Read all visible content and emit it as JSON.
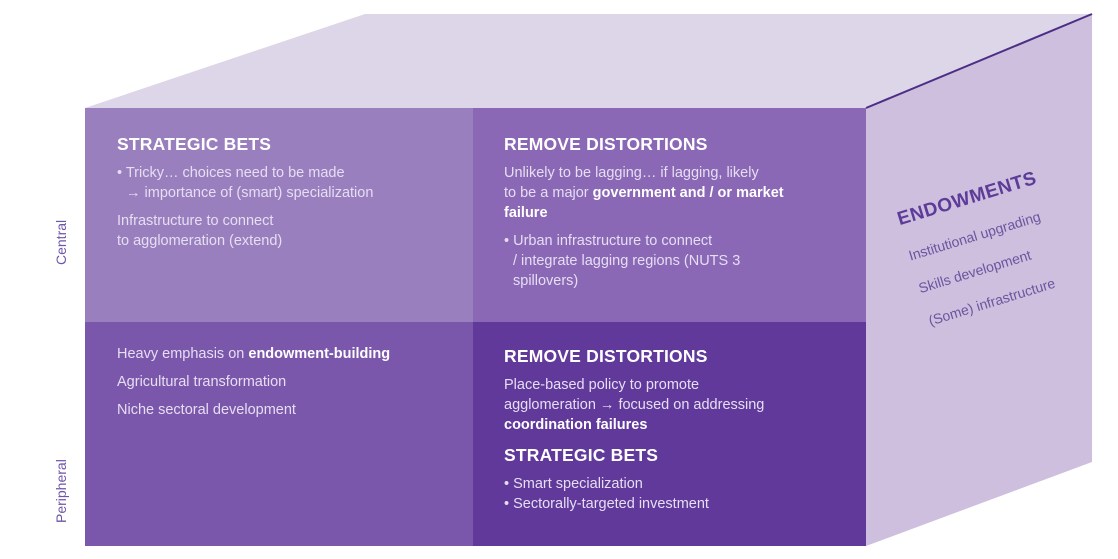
{
  "colors": {
    "top_face": "#ddd5e8",
    "side_face": "#cdbfdd",
    "cell_top_left": "#9a7fbe",
    "cell_top_right": "#8a68b5",
    "cell_bottom_left": "#7b57ab",
    "cell_bottom_right": "#60399b",
    "edge_line": "#4b2e86"
  },
  "axes": {
    "central": "Central",
    "peripheral": "Peripheral"
  },
  "cells": {
    "top_left": {
      "title": "STRATEGIC BETS",
      "bullet_line1": "• Tricky… choices need to be made",
      "bullet_line2": "→ importance of (smart) specialization",
      "para_line1": "Infrastructure to connect",
      "para_line2": "to agglomeration (extend)"
    },
    "top_right": {
      "title": "REMOVE DISTORTIONS",
      "line1": "Unlikely to be lagging… if lagging, likely",
      "line2_plain": "to be a major ",
      "line2_bold": "government and / or market",
      "line3_bold": "failure",
      "bullet_line1": "• Urban infrastructure to connect",
      "bullet_line2": "/ integrate lagging regions (NUTS 3",
      "bullet_line3": "spillovers)"
    },
    "bottom_left": {
      "line1_plain": "Heavy emphasis on ",
      "line1_bold": "endowment-building",
      "line2": "Agricultural transformation",
      "line3": "Niche sectoral development"
    },
    "bottom_right": {
      "title1": "REMOVE DISTORTIONS",
      "line1": "Place-based policy to promote",
      "line2": "agglomeration → focused on addressing",
      "line3_bold": "coordination failures",
      "title2": "STRATEGIC BETS",
      "bullet1": "• Smart specialization",
      "bullet2": "• Sectorally-targeted investment"
    }
  },
  "side": {
    "title": "ENDOWMENTS",
    "items": [
      "Institutional upgrading",
      "Skills development",
      "(Some) infrastructure"
    ]
  }
}
